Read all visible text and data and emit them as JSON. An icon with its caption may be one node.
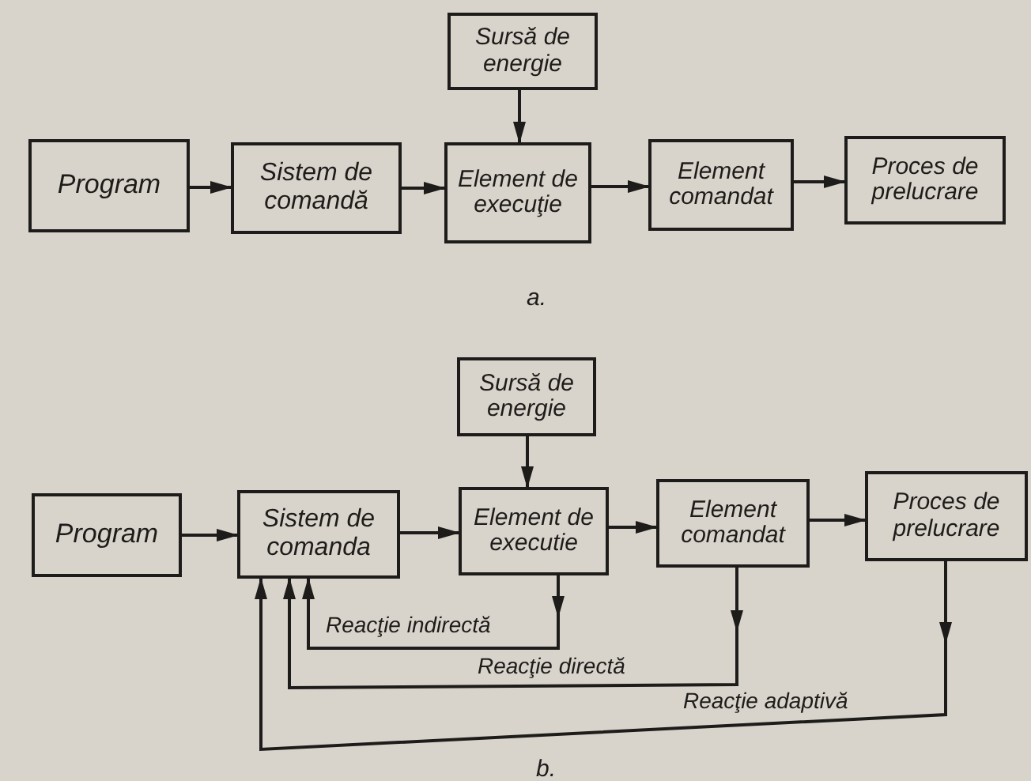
{
  "diagram": {
    "nodes": [
      {
        "text": [
          "Sursă de energie"
        ]
      },
      {
        "text": [
          "Program"
        ]
      },
      {
        "text": [
          "Sistem de comandă"
        ]
      },
      {
        "text": [
          "Element de execuţie"
        ]
      },
      {
        "text": [
          "Element comandat"
        ]
      },
      {
        "text": [
          "Proces de prelucrare"
        ]
      },
      {
        "text": [
          "Sursă de energie"
        ]
      },
      {
        "text": [
          "Program"
        ]
      },
      {
        "text": [
          "Sistem de comanda"
        ]
      },
      {
        "text": [
          "Element de executie"
        ]
      },
      {
        "text": [
          "Element comandat"
        ]
      },
      {
        "text": [
          "Proces de prelucrare"
        ]
      }
    ],
    "edges": [
      {
        "from": 0,
        "to": 3,
        "arrow": "to"
      },
      {
        "from": 1,
        "to": 2,
        "arrow": "to"
      },
      {
        "from": 2,
        "to": 3,
        "arrow": "to"
      },
      {
        "from": 3,
        "to": 4,
        "arrow": "to"
      },
      {
        "from": 4,
        "to": 5,
        "arrow": "to"
      },
      {
        "from": 6,
        "to": 9,
        "arrow": "to"
      },
      {
        "from": 7,
        "to": 8,
        "arrow": "to"
      },
      {
        "from": 8,
        "to": 9,
        "arrow": "to"
      },
      {
        "from": 9,
        "to": 10,
        "arrow": "to"
      },
      {
        "from": 10,
        "to": 11,
        "arrow": "to"
      },
      {
        "from": 9,
        "to": 8,
        "arrow": "to",
        "label": "Reacţie indirectă"
      },
      {
        "from": 10,
        "to": 8,
        "arrow": "to",
        "label": "Reacţie directă"
      },
      {
        "from": 11,
        "to": 8,
        "arrow": "to",
        "label": "Reacţie adaptivă"
      }
    ],
    "labels": [
      "a.",
      "b."
    ]
  }
}
